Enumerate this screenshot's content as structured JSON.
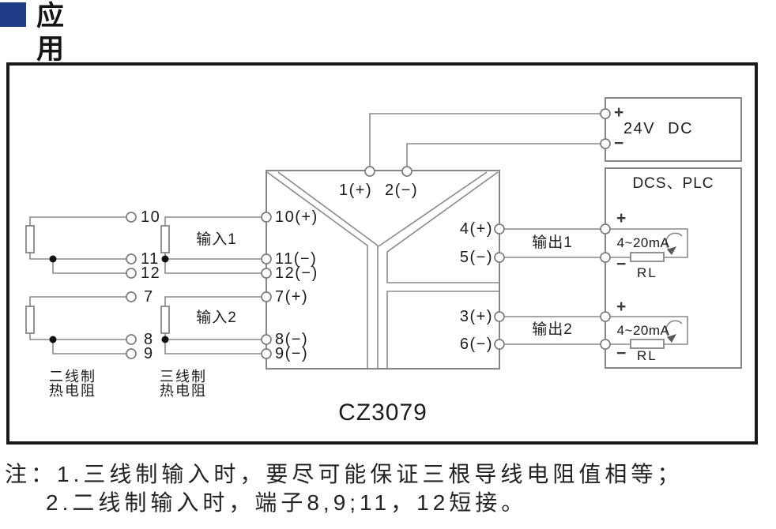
{
  "section_title": "应用",
  "symbols": {
    "plus": "+",
    "minus": "−"
  },
  "power_supply": {
    "label": "24V DC"
  },
  "dcs": {
    "label": "DCS、PLC",
    "loops": [
      {
        "range": "4~20mA",
        "load": "RL"
      },
      {
        "range": "4~20mA",
        "load": "RL"
      }
    ]
  },
  "module": {
    "name": "CZ3079",
    "power_terminals": [
      "1(+)",
      "2(−)"
    ],
    "input_terminals": [
      "10(+)",
      "11(−)",
      "12(−)",
      "7(+)",
      "8(−)",
      "9(−)"
    ],
    "output_terminals": [
      "4(+)",
      "5(−)",
      "3(+)",
      "6(−)"
    ]
  },
  "inputs": {
    "channel_labels": [
      "输入1",
      "输入2"
    ],
    "terminal_numbers": [
      "10",
      "11",
      "12",
      "7",
      "8",
      "9"
    ],
    "sensor_types": [
      {
        "line1": "二线制",
        "line2": "热电阻"
      },
      {
        "line1": "三线制",
        "line2": "热电阻"
      }
    ]
  },
  "outputs": {
    "channel_labels": [
      "输出1",
      "输出2"
    ]
  },
  "notes": {
    "prefix": "注：",
    "items": [
      "1.三线制输入时，要尽可能保证三根导线电阻值相等；",
      "2.二线制输入时，端子8,9;11，12短接。"
    ]
  },
  "colors": {
    "accent_blue": "#1f3c87",
    "line_gray": "#868686",
    "frame_black": "#1a1a1a"
  }
}
